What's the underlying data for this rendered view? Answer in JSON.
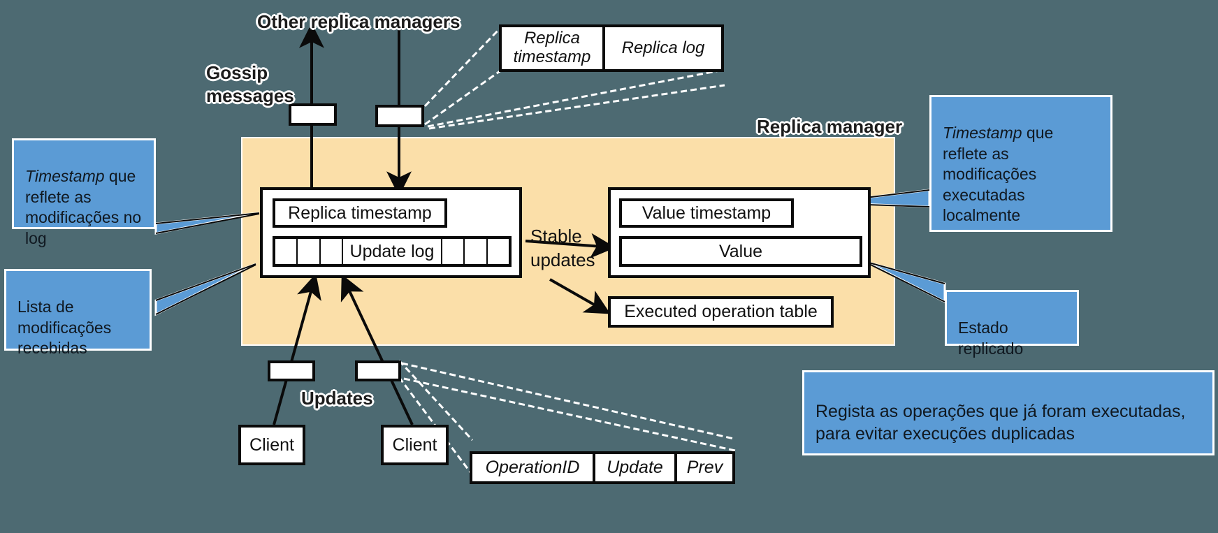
{
  "diagram": {
    "title_label": "Replica manager",
    "background_color": "#4d6a72",
    "panel_color": "#fbdfa9",
    "callout_color": "#5b9bd5"
  },
  "labels": {
    "other_replica_managers": "Other replica managers",
    "gossip_messages": "Gossip\nmessages",
    "replica_manager": "Replica manager",
    "stable_updates": "Stable\nupdates",
    "updates": "Updates"
  },
  "boxes": {
    "replica_timestamp": "Replica timestamp",
    "update_log": "Update log",
    "value_timestamp": "Value timestamp",
    "value": "Value",
    "executed_operation_table": "Executed operation table",
    "client_left": "Client",
    "client_right": "Client"
  },
  "tables": {
    "gossip_message": {
      "cells": [
        "Replica timestamp",
        "Replica log"
      ]
    },
    "update_record": {
      "cells": [
        "OperationID",
        "Update",
        "Prev"
      ]
    }
  },
  "callouts": [
    {
      "id": "log-timestamp",
      "lead_italic": "Timestamp",
      "rest": " que reflete as modificações no log"
    },
    {
      "id": "log-list",
      "lead_italic": "",
      "rest": "Lista de modificações recebidas"
    },
    {
      "id": "value-timestamp",
      "lead_italic": "Timestamp",
      "rest": " que reflete as modificações executadas localmente"
    },
    {
      "id": "replicated-state",
      "lead_italic": "",
      "rest": "Estado replicado"
    },
    {
      "id": "executed-table",
      "lead_italic": "",
      "rest": "Regista as operações que já foram executadas, para evitar execuções duplicadas"
    }
  ]
}
